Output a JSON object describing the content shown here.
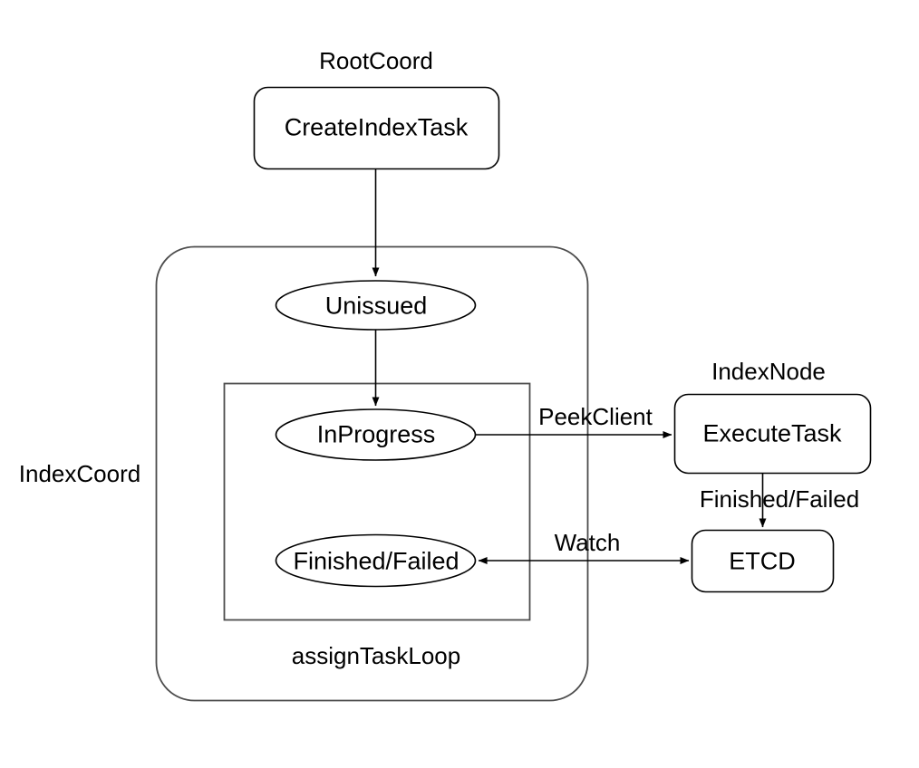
{
  "diagram": {
    "title_labels": {
      "root_coord": "RootCoord",
      "index_node": "IndexNode",
      "index_coord": "IndexCoord",
      "assign_task_loop": "assignTaskLoop"
    },
    "nodes": {
      "create_index_task": "CreateIndexTask",
      "unissued": "Unissued",
      "in_progress": "InProgress",
      "finished_failed_state": "Finished/Failed",
      "execute_task": "ExecuteTask",
      "etcd": "ETCD"
    },
    "edges": {
      "peek_client": "PeekClient",
      "finished_failed_edge": "Finished/Failed",
      "watch": "Watch"
    },
    "colors": {
      "stroke": "#000000",
      "container_stroke": "#4d4d4d",
      "background": "#ffffff",
      "text": "#000000"
    }
  }
}
